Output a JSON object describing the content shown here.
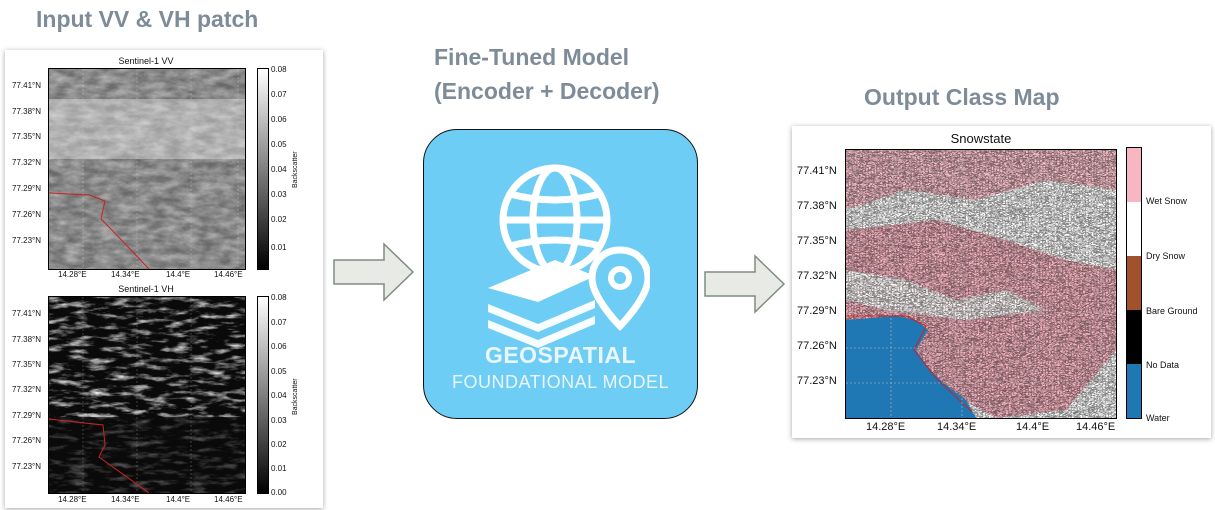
{
  "titles": {
    "input": "Input VV & VH patch",
    "model_line1": "Fine-Tuned Model",
    "model_line2": "(Encoder + Decoder)",
    "output": "Output Class Map"
  },
  "vv_plot": {
    "title": "Sentinel-1 VV",
    "lat_ticks": [
      "77.41°N",
      "77.38°N",
      "77.35°N",
      "77.32°N",
      "77.29°N",
      "77.26°N",
      "77.23°N"
    ],
    "lon_ticks": [
      "14.28°E",
      "14.34°E",
      "14.4°E",
      "14.46°E"
    ],
    "colorbar_ticks": [
      "0.08",
      "0.07",
      "0.06",
      "0.05",
      "0.04",
      "0.03",
      "0.02",
      "0.01"
    ],
    "colorbar_label": "Backscatter"
  },
  "vh_plot": {
    "title": "Sentinel-1 VH",
    "lat_ticks": [
      "77.41°N",
      "77.38°N",
      "77.35°N",
      "77.32°N",
      "77.29°N",
      "77.26°N",
      "77.23°N"
    ],
    "lon_ticks": [
      "14.28°E",
      "14.34°E",
      "14.4°E",
      "14.46°E"
    ],
    "colorbar_ticks": [
      "0.08",
      "0.07",
      "0.06",
      "0.05",
      "0.04",
      "0.03",
      "0.02",
      "0.01",
      "0.00"
    ],
    "colorbar_label": "Backscatter"
  },
  "model": {
    "logo_line1": "GEOSPATIAL",
    "logo_line2": "FOUNDATIONAL MODEL",
    "icon": "globe-with-location-pin-icon",
    "box_color": "#6ecdf5"
  },
  "output_plot": {
    "title": "Snowstate",
    "lat_ticks": [
      "77.41°N",
      "77.38°N",
      "77.35°N",
      "77.32°N",
      "77.29°N",
      "77.26°N",
      "77.23°N"
    ],
    "lon_ticks": [
      "14.28°E",
      "14.34°E",
      "14.4°E",
      "14.46°E"
    ],
    "legend": [
      {
        "label": "Wet Snow",
        "color": "#f7b6c2"
      },
      {
        "label": "Dry Snow",
        "color": "#a0522d"
      },
      {
        "label": "Bare Ground",
        "color": "#000000"
      },
      {
        "label": "No Data",
        "color": "#1f77b4"
      },
      {
        "label": "Water",
        "color": "#1f77b4"
      }
    ],
    "colors": {
      "wet_snow": "#f7b6c2",
      "no_data": "#ffffff",
      "water": "#1f77b4",
      "bare_ground": "#000000",
      "dry_snow": "#a0522d"
    }
  },
  "colors": {
    "title_gray": "#7e8c99",
    "arrow_fill": "#e8eae6",
    "arrow_stroke": "#7f8c80"
  }
}
